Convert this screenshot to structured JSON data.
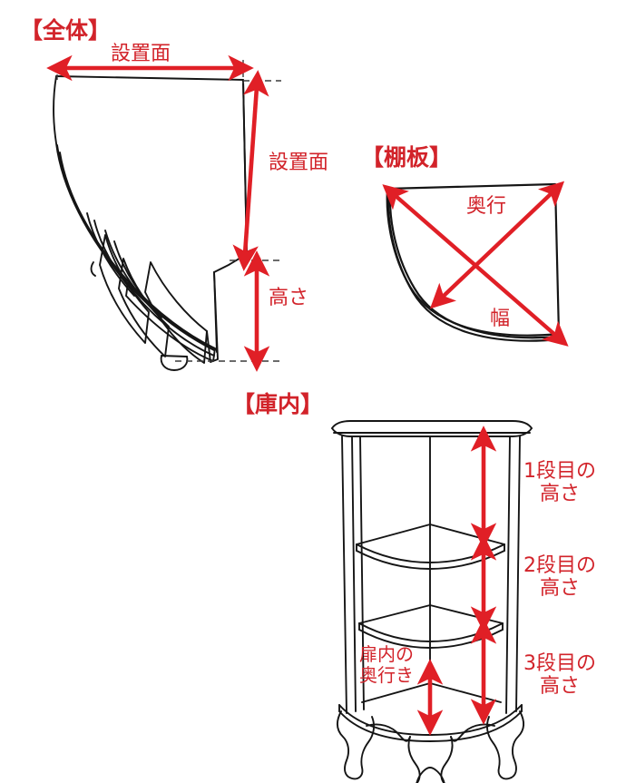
{
  "document": {
    "kind": "furniture-dimension-diagram",
    "background_color": "#ffffff",
    "line_color": "#1a1a1a",
    "accent_color": "#d2232a"
  },
  "sections": {
    "overall": {
      "title": "【全体】",
      "labels": {
        "top_width": "設置面",
        "side_height": "設置面",
        "bottom_height": "高さ"
      }
    },
    "shelf_board": {
      "title": "【棚板】",
      "labels": {
        "depth": "奥行",
        "width": "幅"
      }
    },
    "interior": {
      "title": "【庫内】",
      "labels": {
        "tier1": "1段目の\n高さ",
        "tier2": "2段目の\n高さ",
        "tier3": "3段目の\n高さ",
        "door_depth": "扉内の\n奥行き"
      }
    }
  },
  "icons": {
    "arrow_double": "double-headed-arrow",
    "arrow_up": "arrow-up",
    "arrow_down": "arrow-down"
  }
}
